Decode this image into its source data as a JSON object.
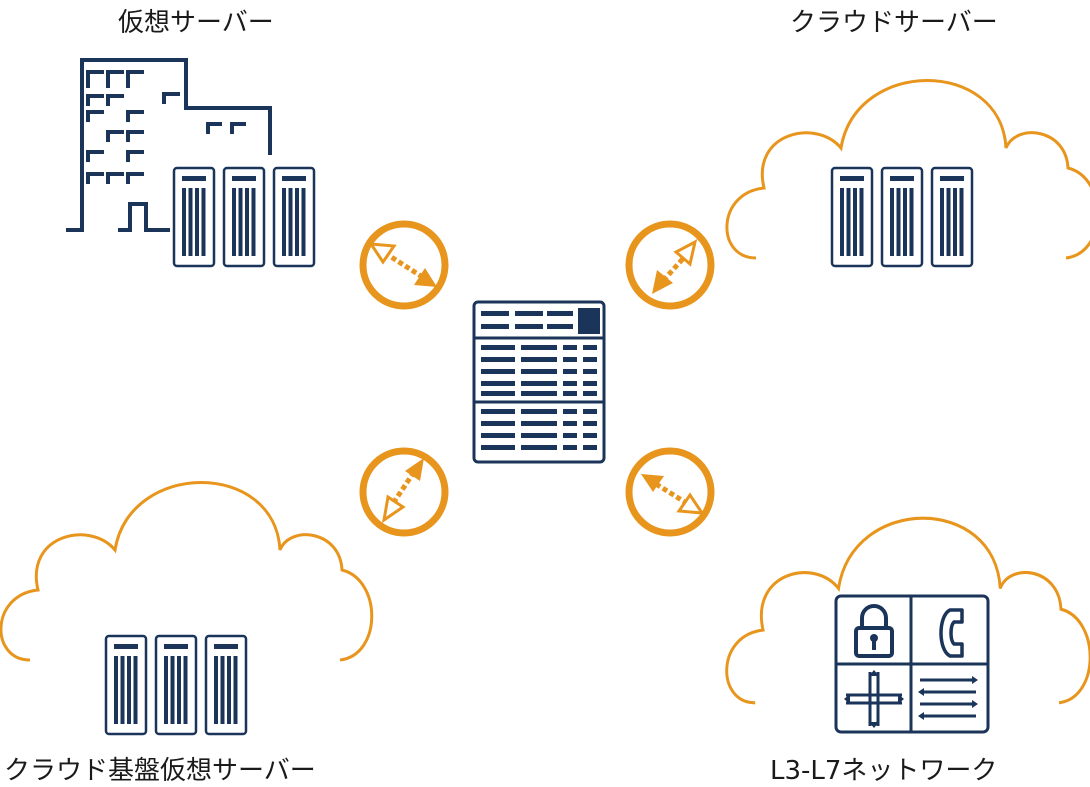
{
  "labels": {
    "top_left": "仮想サーバー",
    "top_right": "クラウドサーバー",
    "bottom_left": "クラウド基盤仮想サーバー",
    "bottom_right": "L3-L7ネットワーク"
  },
  "colors": {
    "navy": "#1b3459",
    "orange": "#e8951d"
  },
  "icons": {
    "top_left": "office-building-with-servers-icon",
    "top_right": "cloud-servers-icon",
    "bottom_left": "cloud-servers-icon",
    "bottom_right": "cloud-network-services-icon",
    "center": "switch-appliance-icon",
    "connectors": "bidirectional-arrow-icon"
  }
}
